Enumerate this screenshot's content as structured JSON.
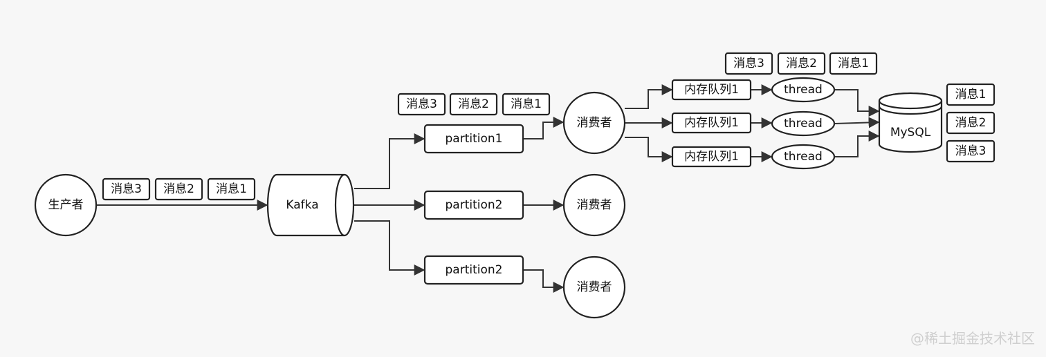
{
  "nodes": {
    "producer": "生产者",
    "kafka": "Kafka",
    "partitions": [
      "partition1",
      "partition2",
      "partition2"
    ],
    "consumers": [
      "消费者",
      "消费者",
      "消费者"
    ],
    "queues": [
      "内存队列1",
      "内存队列1",
      "内存队列1"
    ],
    "threads": [
      "thread",
      "thread",
      "thread"
    ],
    "mysql": "MySQL"
  },
  "message_groups": {
    "producer_msgs": [
      "消息3",
      "消息2",
      "消息1"
    ],
    "partition_msgs": [
      "消息3",
      "消息2",
      "消息1"
    ],
    "queue_msgs": [
      "消息3",
      "消息2",
      "消息1"
    ],
    "mysql_msgs": [
      "消息1",
      "消息2",
      "消息3"
    ]
  },
  "watermark": {
    "text": "@稀土掘金技术社区"
  },
  "colors": {
    "background": "#f7f7f7",
    "stroke": "#222222",
    "fill": "#ffffff"
  }
}
